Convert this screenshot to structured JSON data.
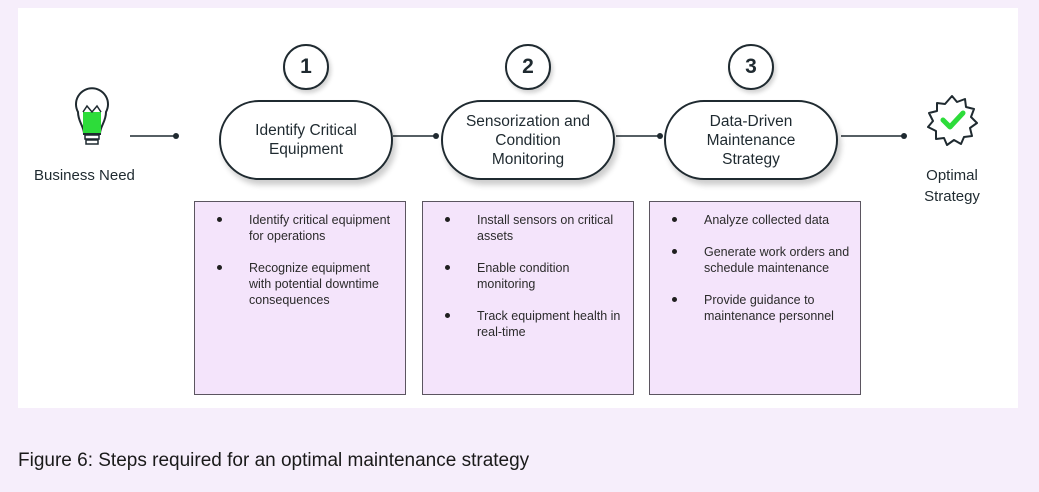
{
  "start": {
    "label": "Business Need",
    "icon": "lightbulb-icon"
  },
  "end": {
    "label_line1": "Optimal",
    "label_line2": "Strategy",
    "icon": "gear-check-icon"
  },
  "steps": [
    {
      "number": "1",
      "title": "Identify Critical Equipment",
      "bullets": [
        "Identify critical equipment for operations",
        "Recognize equipment with potential downtime consequences"
      ]
    },
    {
      "number": "2",
      "title": "Sensorization and Condition Monitoring",
      "bullets": [
        "Install sensors on critical assets",
        "Enable condition monitoring",
        "Track equipment health in real-time"
      ]
    },
    {
      "number": "3",
      "title": "Data-Driven Maintenance Strategy",
      "bullets": [
        "Analyze collected data",
        "Generate work orders and schedule maintenance",
        "Provide guidance to maintenance personnel"
      ]
    }
  ],
  "caption": {
    "prefix": "Figure 6:",
    "text": " Steps required for an optimal maintenance strategy"
  },
  "colors": {
    "background": "#f6eefb",
    "box_fill": "#f4e4fb",
    "bulb_green": "#2ddc3a",
    "check_green": "#2ddc3a",
    "outline": "#1f2a30"
  }
}
